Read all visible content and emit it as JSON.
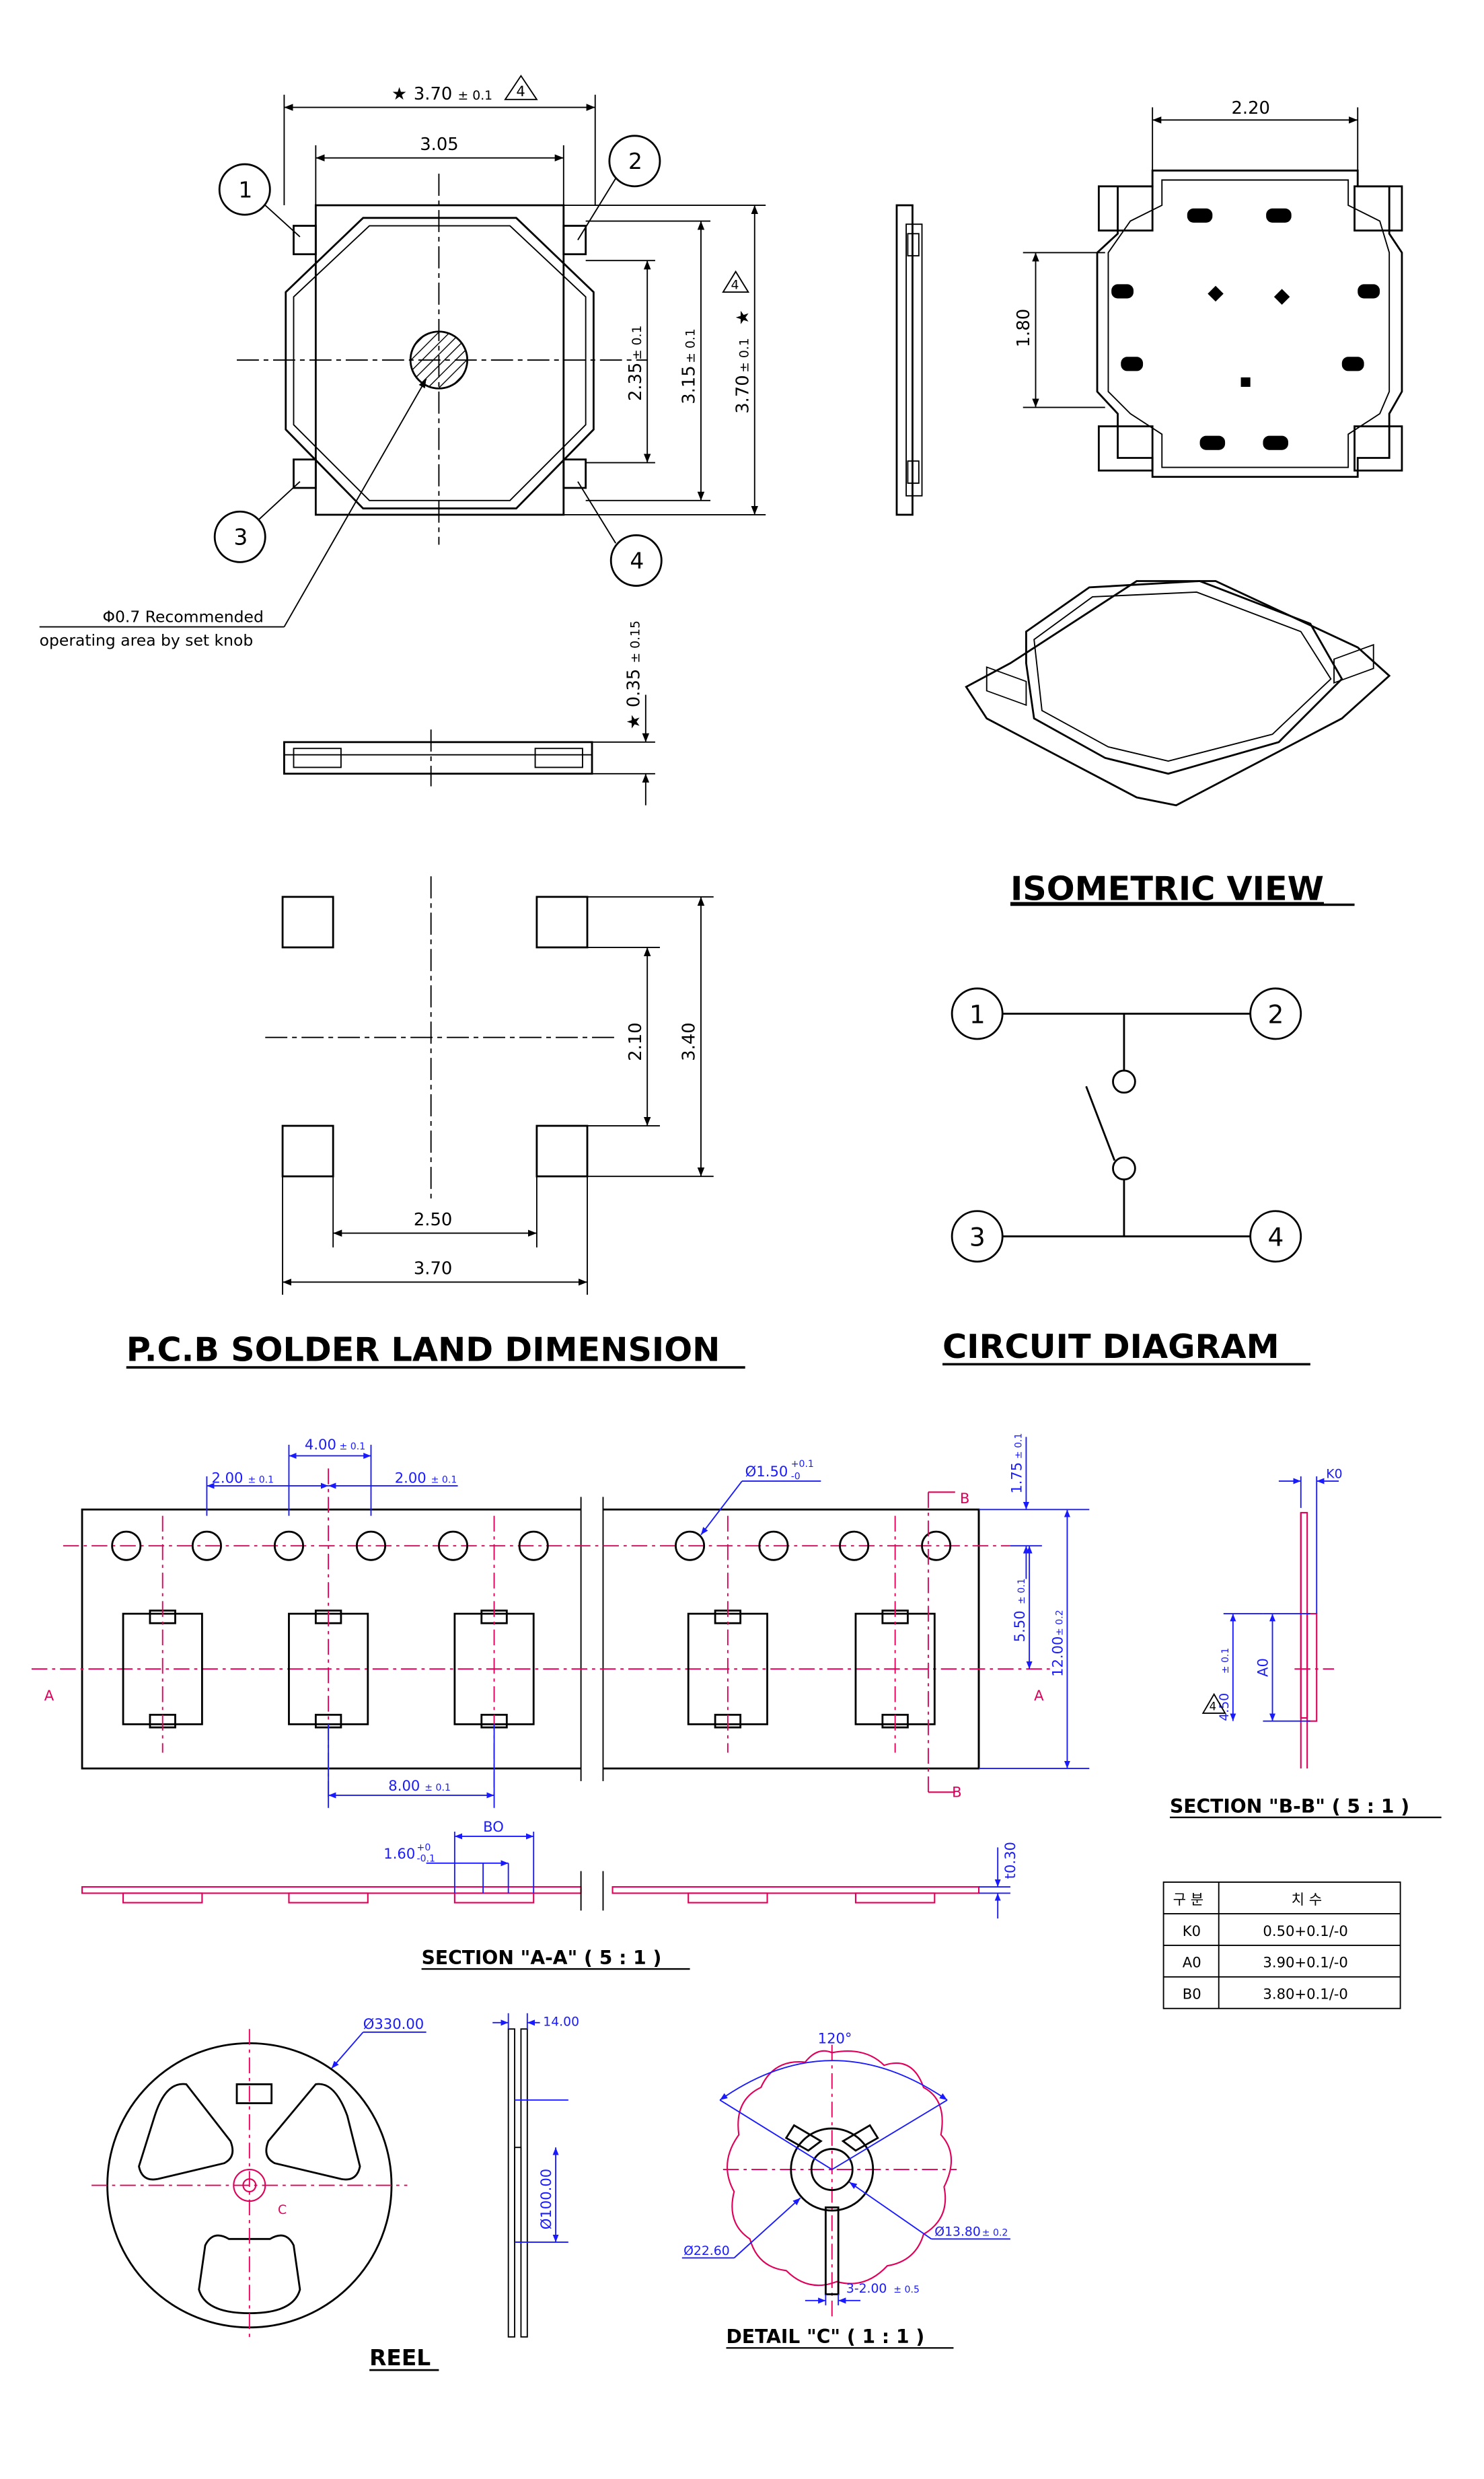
{
  "top_view": {
    "dim_width_total": "3.70",
    "dim_width_total_tol": "± 0.1",
    "dim_width_inner": "3.05",
    "dim_height_total": "3.70",
    "dim_height_total_tol": "± 0.1",
    "dim_height_mid": "3.15",
    "dim_height_mid_tol": "± 0.1",
    "dim_height_inner": "2.35",
    "dim_height_inner_tol": "± 0.1",
    "star": "★",
    "rev_mark": "4",
    "pin1": "1",
    "pin2": "2",
    "pin3": "3",
    "pin4": "4",
    "note_line1": "Φ0.7 Recommended",
    "note_line2": "operating area by set knob"
  },
  "side_view": {
    "dim_thickness": "0.35",
    "dim_thickness_tol": "± 0.15"
  },
  "bottom_view": {
    "dim_width": "2.20",
    "dim_height": "1.80"
  },
  "isometric": {
    "title": "ISOMETRIC VIEW"
  },
  "pcb_land": {
    "title": "P.C.B SOLDER LAND DIMENSION",
    "dim_h_inner": "2.50",
    "dim_h_total": "3.70",
    "dim_v_inner": "2.10",
    "dim_v_total": "3.40"
  },
  "circuit": {
    "title": "CIRCUIT DIAGRAM",
    "pin1": "1",
    "pin2": "2",
    "pin3": "3",
    "pin4": "4"
  },
  "tape": {
    "dim_pitch_4": "4.00",
    "dim_2a": "2.00",
    "dim_2b": "2.00",
    "tol_01": "± 0.1",
    "dim_hole": "Ø1.50",
    "dim_hole_tol_plus": "+0.1",
    "dim_hole_tol_minus": "-0",
    "dim_175": "1.75",
    "dim_550": "5.50",
    "dim_1200": "12.00",
    "tol_02": "± 0.2",
    "dim_pitch_8": "8.00",
    "label_a": "A",
    "label_b": "B"
  },
  "section_aa": {
    "title": "SECTION \"A-A\"  ( 5 : 1 )",
    "dim_160": "1.60",
    "dim_160_tol_plus": "+0",
    "dim_160_tol_minus": "-0.1",
    "dim_bo": "BO",
    "dim_t": "t0.30"
  },
  "section_bb": {
    "title": "SECTION \"B-B\"  ( 5 : 1 )",
    "dim_k0": "K0",
    "dim_a0": "A0",
    "dim_450": "4.50",
    "dim_450_tol": "± 0.1",
    "rev_mark": "4"
  },
  "spec_table": {
    "headers": [
      "구 분",
      "치 수"
    ],
    "rows": [
      [
        "K0",
        "0.50+0.1/-0"
      ],
      [
        "A0",
        "3.90+0.1/-0"
      ],
      [
        "B0",
        "3.80+0.1/-0"
      ]
    ]
  },
  "reel": {
    "title": "REEL",
    "dim_diameter": "Ø330.00",
    "label_c": "C",
    "dim_width": "14.00",
    "dim_hub": "Ø100.00"
  },
  "detail_c": {
    "title": "DETAIL \"C\"  ( 1 : 1 )",
    "dim_angle": "120°",
    "dim_d1380": "Ø13.80",
    "dim_d1380_tol": "± 0.2",
    "dim_d2260": "Ø22.60",
    "dim_slot": "3-2.00",
    "dim_slot_tol": "± 0.5"
  }
}
